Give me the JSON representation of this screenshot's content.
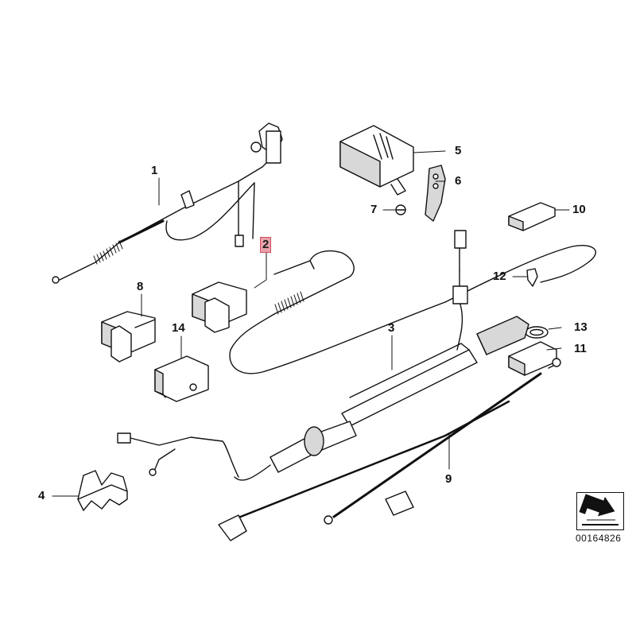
{
  "callouts": [
    {
      "id": "1",
      "label": "1"
    },
    {
      "id": "2",
      "label": "2",
      "highlighted": true
    },
    {
      "id": "3",
      "label": "3"
    },
    {
      "id": "4",
      "label": "4"
    },
    {
      "id": "5",
      "label": "5"
    },
    {
      "id": "6",
      "label": "6"
    },
    {
      "id": "7",
      "label": "7"
    },
    {
      "id": "8",
      "label": "8"
    },
    {
      "id": "9",
      "label": "9"
    },
    {
      "id": "10",
      "label": "10"
    },
    {
      "id": "11",
      "label": "11"
    },
    {
      "id": "12",
      "label": "12"
    },
    {
      "id": "13",
      "label": "13"
    },
    {
      "id": "14",
      "label": "14"
    }
  ],
  "document_number": "00164826",
  "colors": {
    "line": "#111111",
    "part_fill": "#ffffff",
    "part_shade": "#c8c8c8",
    "highlight": "#e8a0aa"
  }
}
